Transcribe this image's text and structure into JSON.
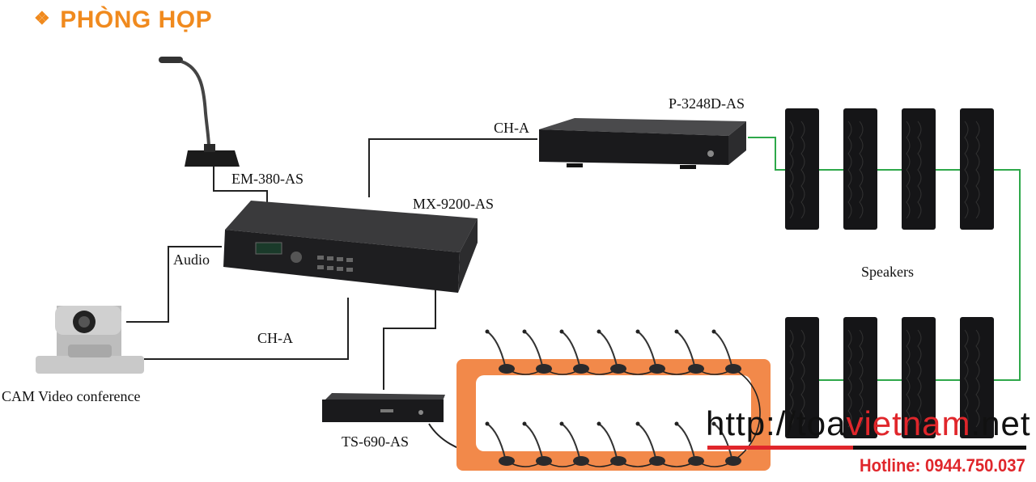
{
  "header": {
    "title": "PHÒNG HỌP",
    "bullet": "❖"
  },
  "devices": {
    "mic": "EM-380-AS",
    "mixer": "MX-9200-AS",
    "amp": "P-3248D-AS",
    "conf": "TS-690-AS",
    "camera": "CAM Video conference",
    "speakers": "Speakers"
  },
  "links": {
    "mixer_to_amp": "CH-A",
    "camera_audio": "Audio",
    "camera_to_mixer": "CH-A"
  },
  "watermark": {
    "url_prefix": "http://toa",
    "url_mid": "vietnam",
    "url_suffix": ".net",
    "hotline": "Hotline: 0944.750.037"
  },
  "colors": {
    "title": "#f08a1e",
    "speaker_wire": "#2ea84a",
    "conference_frame": "#f2894a",
    "watermark_red": "#e0262b"
  }
}
